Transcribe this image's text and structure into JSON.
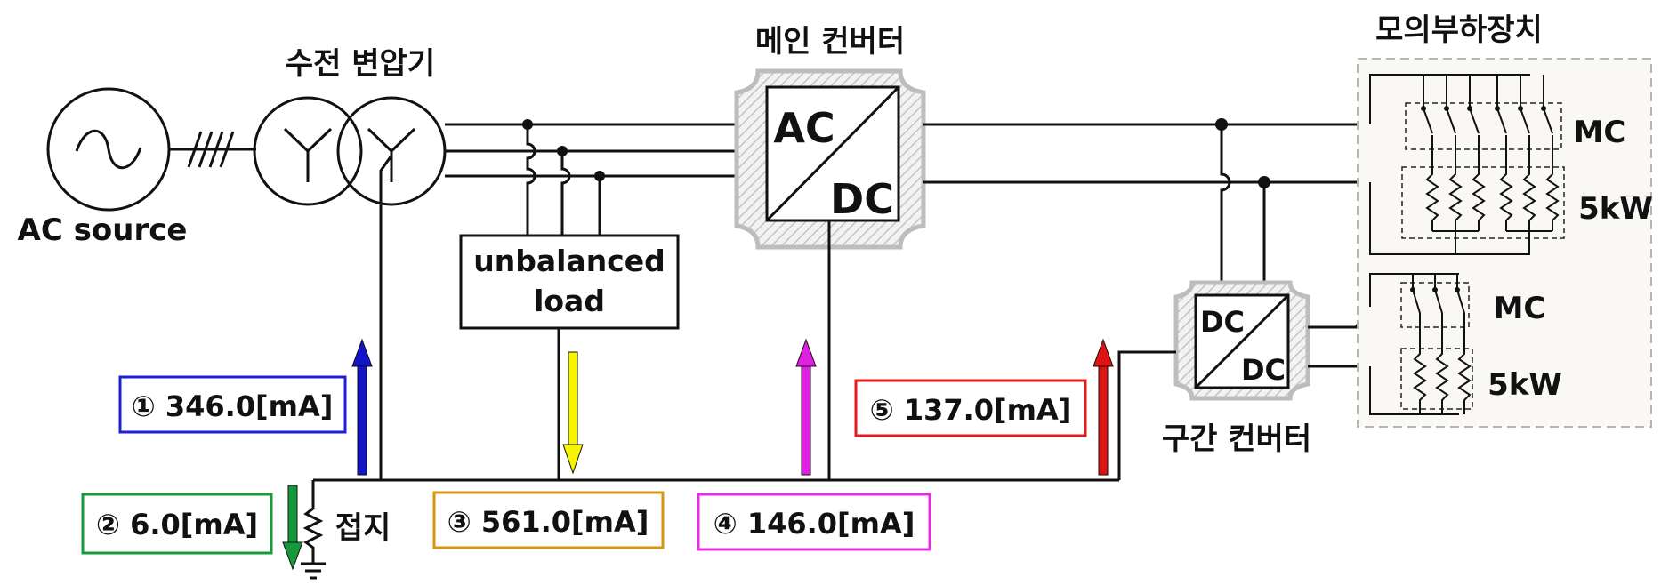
{
  "titles": {
    "transformer": "수전 변압기",
    "main_converter": "메인 컨버터",
    "load_device": "모의부하장치",
    "section_converter": "구간 컨버터",
    "ground": "접지"
  },
  "labels": {
    "ac_source": "AC source",
    "unbalanced_load_line1": "unbalanced",
    "unbalanced_load_line2": "load",
    "main_ac": "AC",
    "main_dc": "DC",
    "sec_dc_top": "DC",
    "sec_dc_bottom": "DC",
    "mc_top": "MC",
    "kw_top": "5kW",
    "mc_bottom": "MC",
    "kw_bottom": "5kW"
  },
  "measurements": [
    {
      "text": "① 346.0[mA]",
      "color": "#1f1fd6"
    },
    {
      "text": "② 6.0[mA]",
      "color": "#1a9a3a"
    },
    {
      "text": "③ 561.0[mA]",
      "color": "#d4960f"
    },
    {
      "text": "④ 146.0[mA]",
      "color": "#e52ee0"
    },
    {
      "text": "⑤ 137.0[mA]",
      "color": "#e31b1b"
    }
  ],
  "arrow_colors": {
    "one": "#1414c8",
    "two": "#149a3a",
    "three": "#f5f500",
    "four": "#e020e0",
    "five": "#e01414"
  }
}
